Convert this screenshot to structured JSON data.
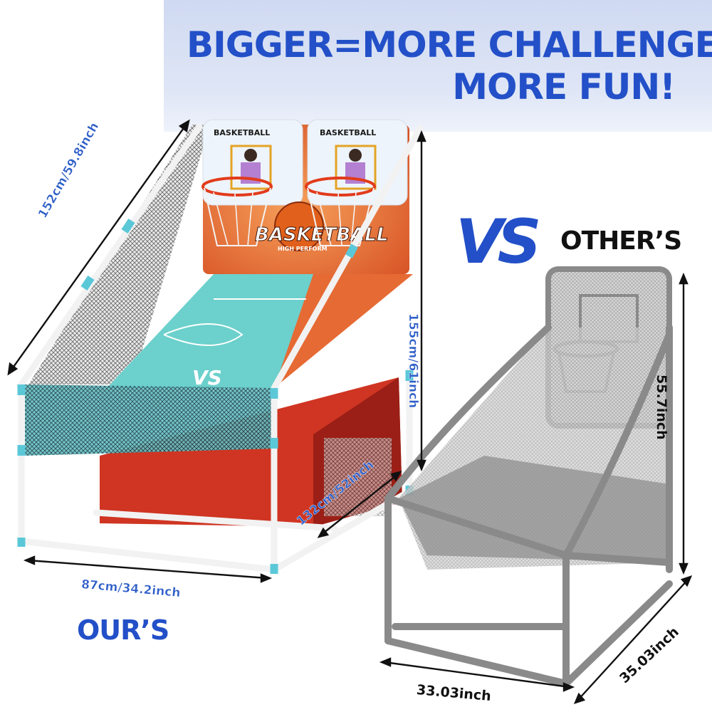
{
  "headline": {
    "line1": "BIGGER=MORE CHALLENGE",
    "line2": "MORE FUN!"
  },
  "comparison": {
    "vs_label": "VS",
    "others_label": "OTHER’S",
    "ours_label": "OUR’S"
  },
  "product_art": {
    "backboard_label": "BASKETBALL",
    "banner_label": "BASKETBALL",
    "banner_sub": "HIGH PERFORM",
    "floor_logo": "VS"
  },
  "dimensions": {
    "ours_length": "152cm/59.8inch",
    "ours_height": "155cm/61inch",
    "ours_depth": "132cm/52inch",
    "ours_width": "87cm/34.2inch",
    "others_height": "55.7inch",
    "others_depth": "35.03inch",
    "others_width": "33.03inch"
  },
  "colors": {
    "brand_blue": "#2350c8",
    "frame_teal": "#5bc8d8",
    "court_teal": "#6cd0cc",
    "court_orange": "#e66a34",
    "cabinet_red": "#d03a28",
    "others_gray": "#8a8a8a"
  }
}
